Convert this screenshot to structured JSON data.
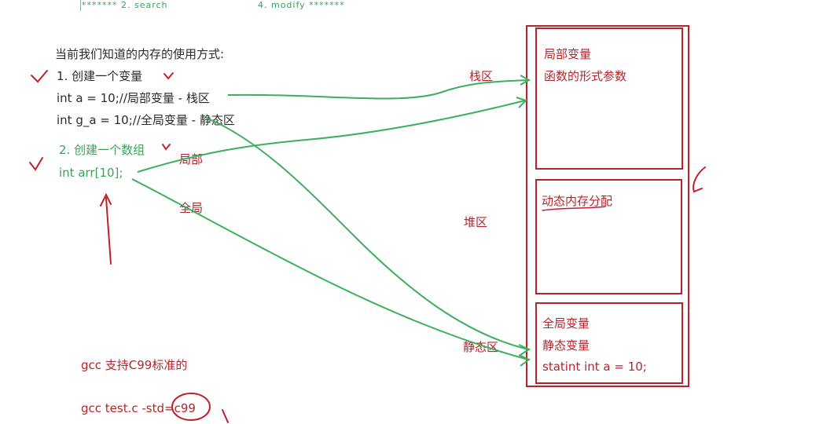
{
  "top_strip": {
    "left_text": "******* 2.   search",
    "right_text": "4.   modify  *******"
  },
  "notes": {
    "heading": "当前我们知道的内存的使用方式:",
    "item1": "1. 创建一个变量",
    "code1": "int a = 10;//局部变量 - 栈区",
    "code2": "int g_a = 10;//全局变量 - 静态区",
    "item2": "2. 创建一个数组",
    "code3": "int arr[10];",
    "label_local": "局部",
    "label_global": "全局",
    "gcc1": "gcc 支持C99标准的",
    "gcc2": "gcc test.c -std=c99"
  },
  "regions": {
    "stack_label": "栈区",
    "heap_label": "堆区",
    "static_label": "静态区"
  },
  "memory": {
    "stack_line1": "局部变量",
    "stack_line2": "函数的形式参数",
    "heap_line1": "动态内存分配",
    "static_line1": "全局变量",
    "static_line2": "静态变量",
    "static_line3": "statint int a = 10;"
  },
  "colors": {
    "red_ink": "#b7222c",
    "green_ink": "#3aa35a",
    "text": "#2b2b2b"
  }
}
